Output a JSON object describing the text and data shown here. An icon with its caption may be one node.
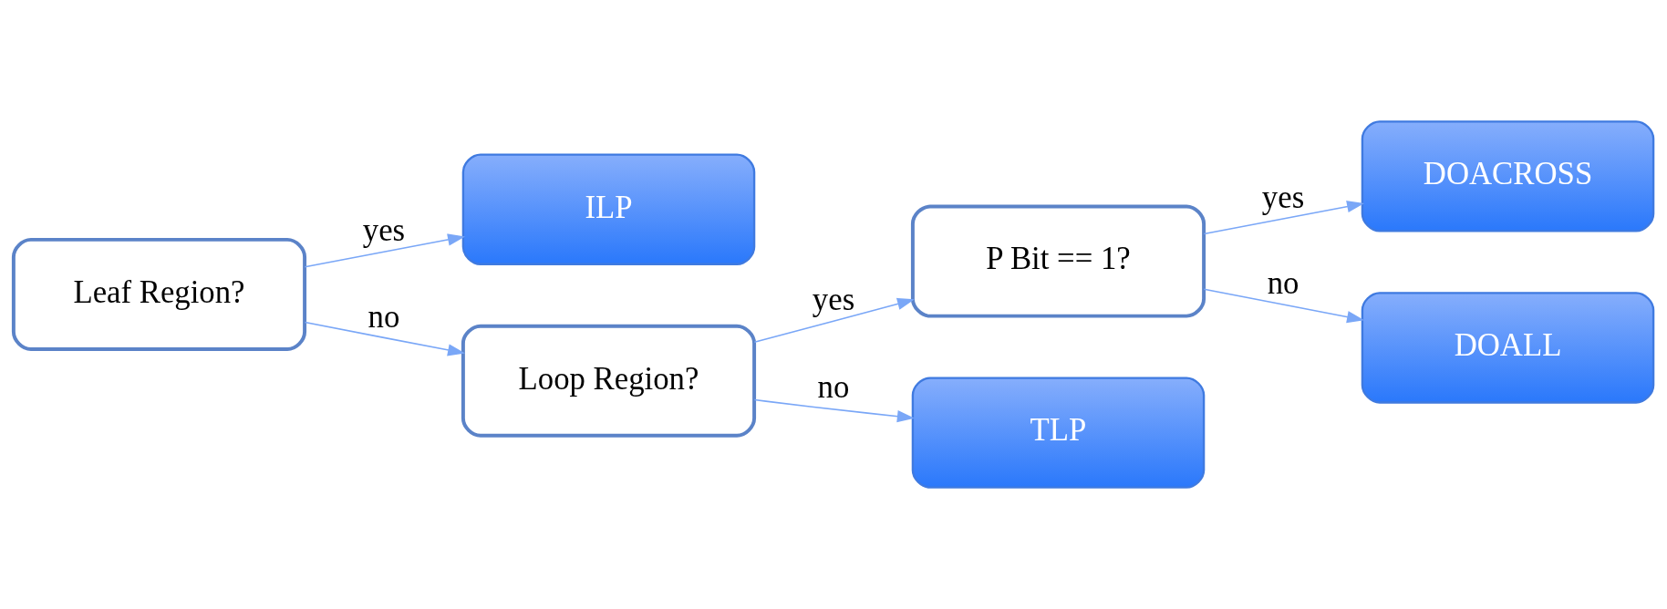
{
  "diagram": {
    "nodes": [
      {
        "text": [
          "Leaf Region?"
        ]
      },
      {
        "text": [
          "ILP"
        ]
      },
      {
        "text": [
          "Loop Region?"
        ]
      },
      {
        "text": [
          "P Bit == 1?"
        ]
      },
      {
        "text": [
          "TLP"
        ]
      },
      {
        "text": [
          "DOACROSS"
        ]
      },
      {
        "text": [
          "DOALL"
        ]
      }
    ],
    "edges": [
      {
        "from": 0,
        "to": 1,
        "arrow": "to",
        "label": "yes"
      },
      {
        "from": 0,
        "to": 2,
        "arrow": "to",
        "label": "no"
      },
      {
        "from": 2,
        "to": 3,
        "arrow": "to",
        "label": "yes"
      },
      {
        "from": 2,
        "to": 4,
        "arrow": "to",
        "label": "no"
      },
      {
        "from": 3,
        "to": 5,
        "arrow": "to",
        "label": "yes"
      },
      {
        "from": 3,
        "to": 6,
        "arrow": "to",
        "label": "no"
      }
    ]
  }
}
